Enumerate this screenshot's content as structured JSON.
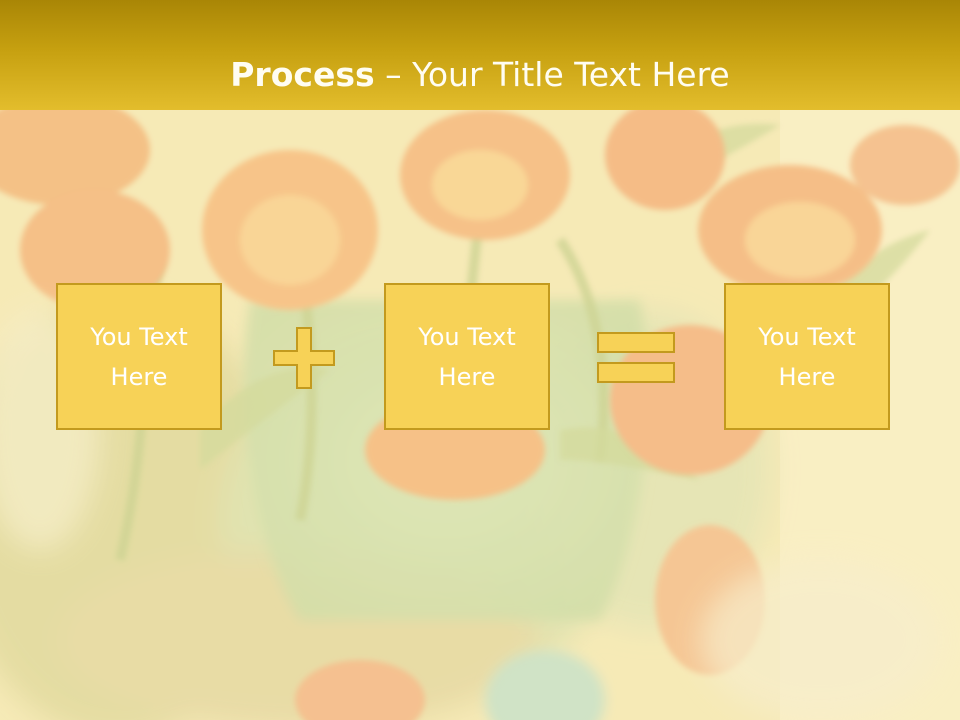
{
  "slide": {
    "title_bold": "Process",
    "title_rest": " – Your Title Text Here",
    "boxes": [
      {
        "line1": "You Text",
        "line2": "Here"
      },
      {
        "line1": "You Text",
        "line2": "Here"
      },
      {
        "line1": "You Text",
        "line2": "Here"
      }
    ],
    "operators": [
      "plus-icon",
      "equals-icon"
    ]
  },
  "colors": {
    "title_bar": "#c6a010",
    "box_fill": "#f7d257",
    "box_border": "#c39a1e",
    "text": "#ffffff"
  }
}
